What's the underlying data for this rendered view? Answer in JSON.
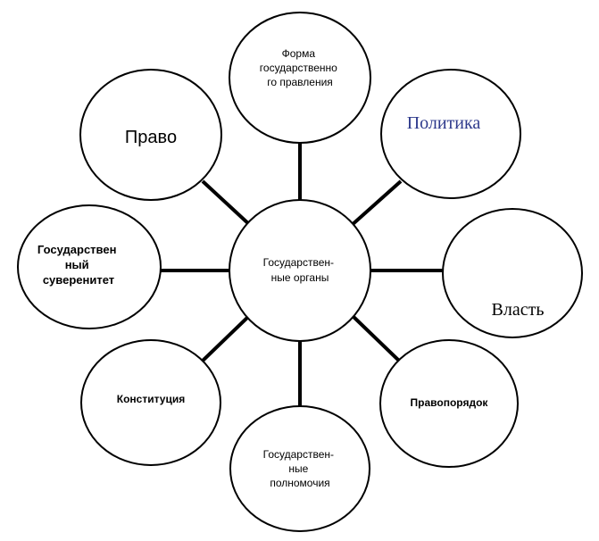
{
  "diagram": {
    "center": {
      "label_lines": [
        "Государствен-",
        "ные органы"
      ]
    },
    "nodes": [
      {
        "id": "forma",
        "label_lines": [
          "Форма",
          "государственно",
          "го правления"
        ]
      },
      {
        "id": "politika",
        "label_lines": [
          "Политика"
        ],
        "color": "#2e3a8c"
      },
      {
        "id": "vlast",
        "label_lines": [
          "Власть"
        ]
      },
      {
        "id": "pravoporyadok",
        "label_lines": [
          "Правопорядок"
        ]
      },
      {
        "id": "polnomochiya",
        "label_lines": [
          "Государствен-",
          "ные",
          "полномочия"
        ]
      },
      {
        "id": "konstitutsiya",
        "label_lines": [
          "Конституция"
        ]
      },
      {
        "id": "suverenitet",
        "label_lines": [
          "Государствен",
          "ный",
          "суверенитет"
        ]
      },
      {
        "id": "pravo",
        "label_lines": [
          "Право"
        ]
      }
    ]
  }
}
